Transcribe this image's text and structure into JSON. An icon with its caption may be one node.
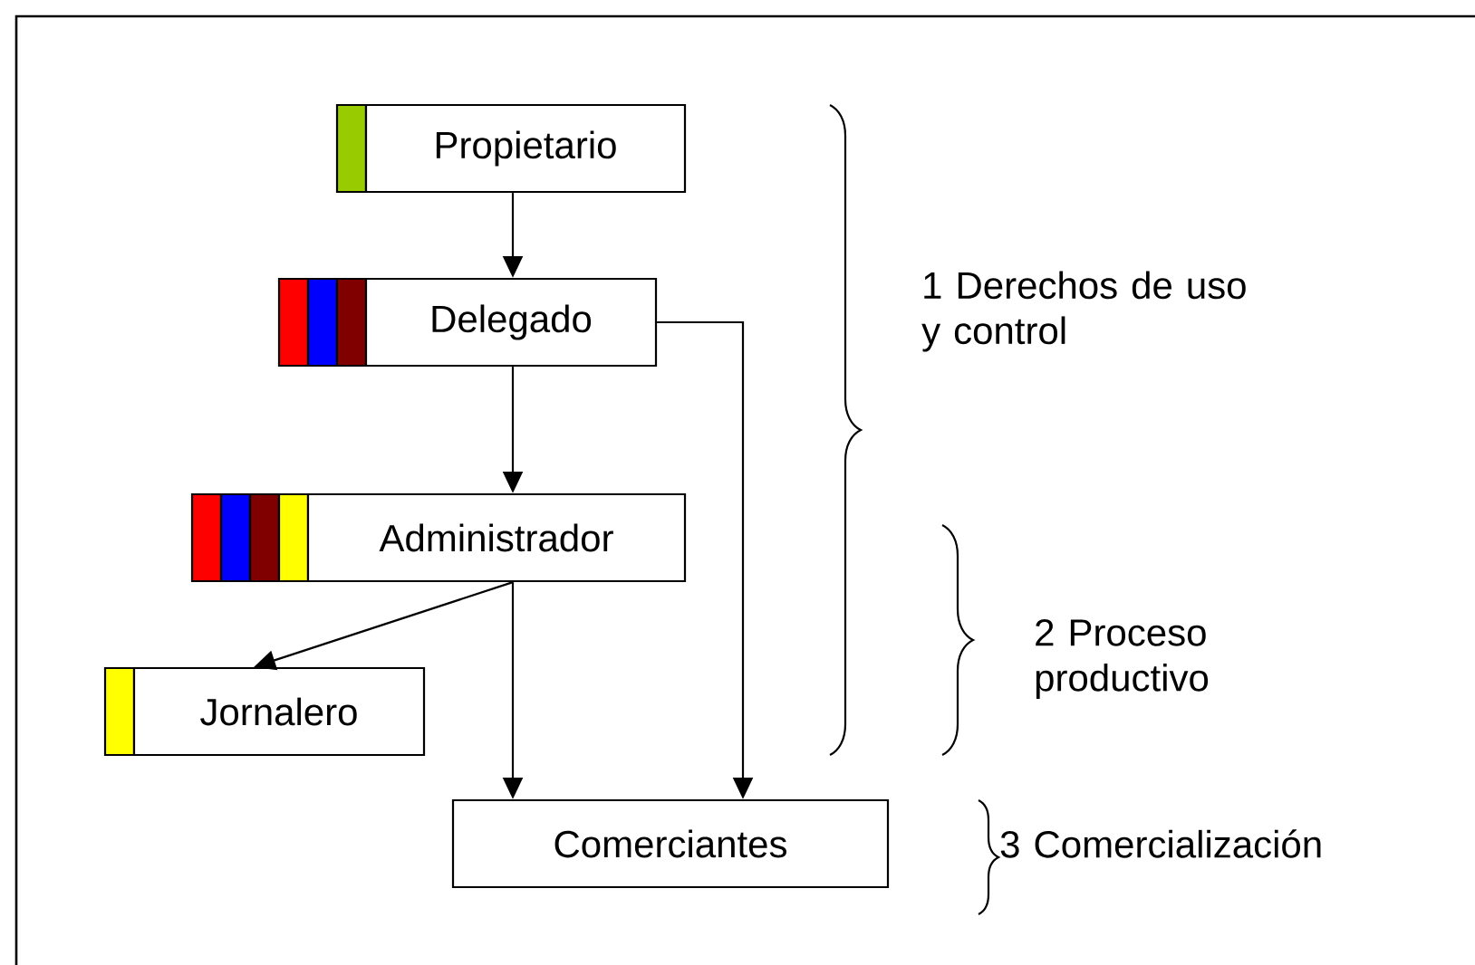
{
  "diagram": {
    "nodes": [
      {
        "text": [
          "Propietario"
        ]
      },
      {
        "text": [
          "Delegado"
        ]
      },
      {
        "text": [
          "Administrador"
        ]
      },
      {
        "text": [
          "Jornalero"
        ]
      },
      {
        "text": [
          "Comerciantes"
        ]
      }
    ],
    "edges": [
      {
        "from": 0,
        "to": 1,
        "arrow": "to"
      },
      {
        "from": 1,
        "to": 2,
        "arrow": "to"
      },
      {
        "from": 2,
        "to": 3,
        "arrow": "to"
      },
      {
        "from": 2,
        "to": 4,
        "arrow": "to"
      },
      {
        "from": 1,
        "to": 4,
        "arrow": "to"
      }
    ],
    "labels": [
      "1 Derechos de uso y control",
      "2 Proceso productivo",
      "3 Comercialización"
    ]
  }
}
